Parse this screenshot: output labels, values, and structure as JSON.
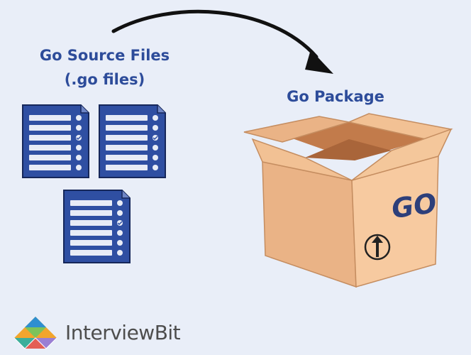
{
  "source_files": {
    "line1": "Go Source Files",
    "line2": "(.go files)",
    "file_icon": "document-list-icon"
  },
  "package": {
    "title": "Go Package",
    "box_label": "GO",
    "box_icon": "up-arrow-icon"
  },
  "arrow": {
    "icon": "curved-arrow-icon"
  },
  "brand": {
    "name": "InterviewBit",
    "logo_icon": "interviewbit-logo-icon"
  },
  "colors": {
    "background": "#e9eef8",
    "title": "#2d4c9a",
    "file_fill": "#2f4fa2",
    "box_front": "#f7caa0",
    "box_side": "#eab386",
    "box_inside": "#c27b4b",
    "box_text": "#2d3f7a",
    "brand_text": "#4d4d4d"
  }
}
